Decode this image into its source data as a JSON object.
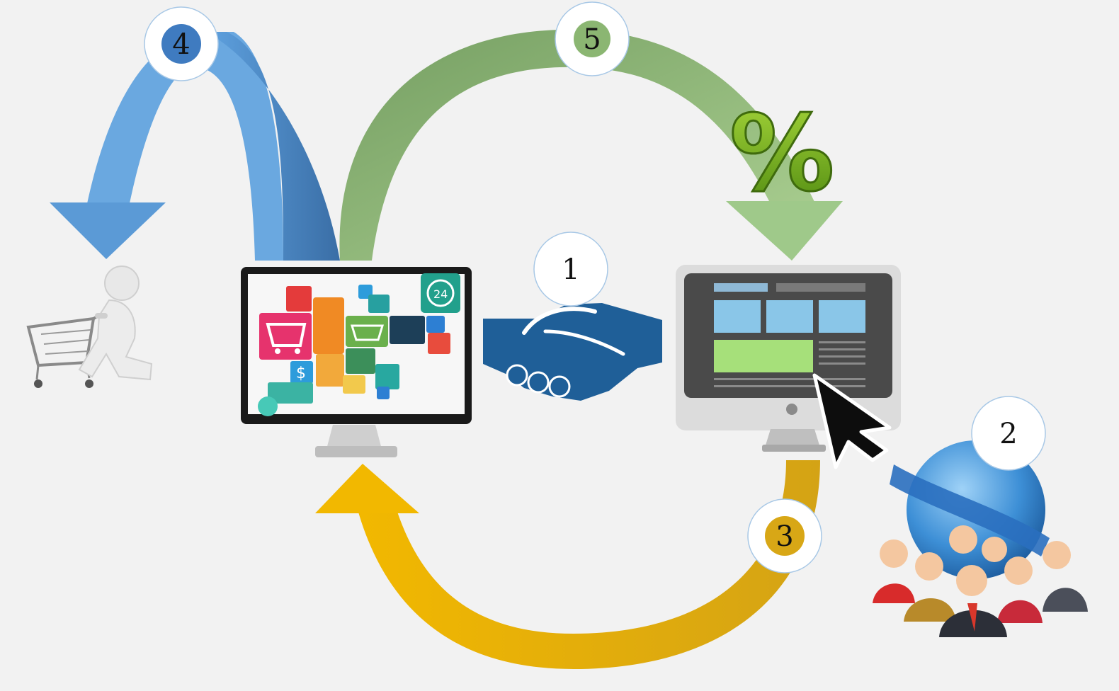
{
  "steps": [
    {
      "label": "1"
    },
    {
      "label": "2"
    },
    {
      "label": "3"
    },
    {
      "label": "4"
    },
    {
      "label": "5"
    }
  ],
  "percent_symbol": "%",
  "colors": {
    "background": "#f2f2f2",
    "blue_arrow": "#3f74ad",
    "green_arrow": "#7fb06a",
    "yellow_arrow": "#e9b00a",
    "handshake": "#1f5f98",
    "percent": "#6fa81c"
  },
  "icons": [
    "shopping-cart-person-icon",
    "shop-monitor-icon",
    "handshake-icon",
    "website-monitor-icon",
    "percent-icon",
    "globe-people-icon",
    "mouse-cursor-icon"
  ]
}
